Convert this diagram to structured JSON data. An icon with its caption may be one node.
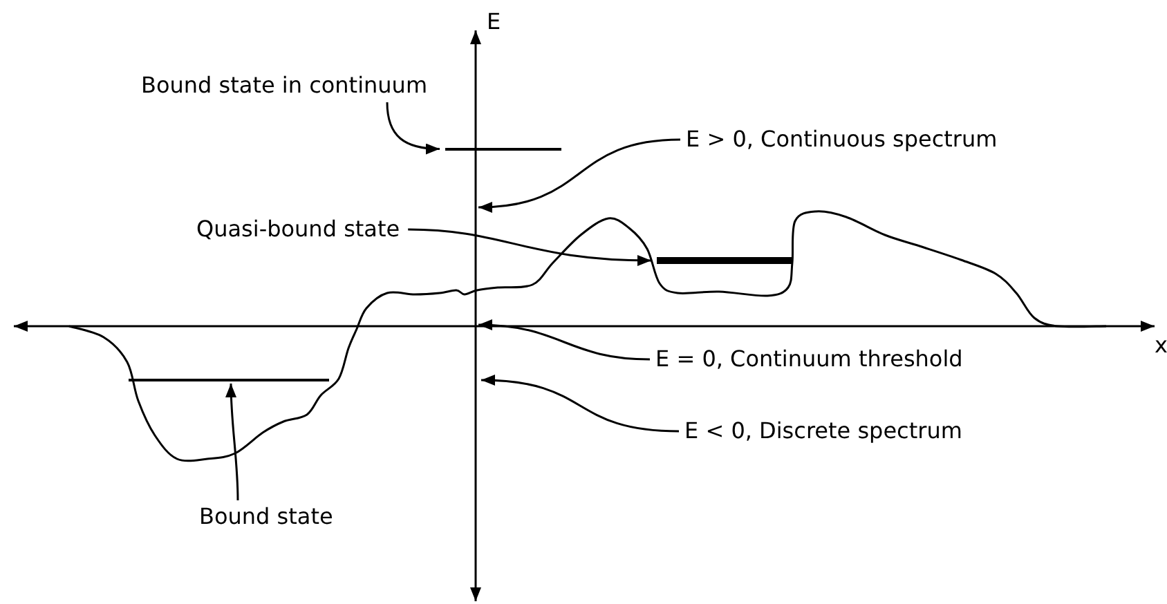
{
  "diagram": {
    "nodes": [
      {
        "text": [
          "Bound state in continuum"
        ]
      },
      {
        "text": [],
        "shape": "bar"
      },
      {
        "text": [
          "E > 0, Continuous spectrum"
        ]
      },
      {
        "text": [
          "Quasi-bound state"
        ]
      },
      {
        "text": [],
        "shape": "bar"
      },
      {
        "text": [
          "E = 0, Continuum threshold"
        ]
      },
      {
        "text": [
          "E < 0, Discrete spectrum"
        ]
      },
      {
        "text": [
          "Bound state"
        ]
      },
      {
        "text": [],
        "shape": "bar"
      }
    ],
    "edges": [
      {
        "from": 0,
        "to": 1,
        "arrow": "to"
      },
      {
        "from": 2,
        "to": null,
        "arrow": "to"
      },
      {
        "from": 3,
        "to": 4,
        "arrow": "to"
      },
      {
        "from": 5,
        "to": null,
        "arrow": "to"
      },
      {
        "from": 6,
        "to": null,
        "arrow": "to"
      },
      {
        "from": 7,
        "to": 8,
        "arrow": "to"
      }
    ],
    "labels": [
      "E",
      "x"
    ]
  }
}
